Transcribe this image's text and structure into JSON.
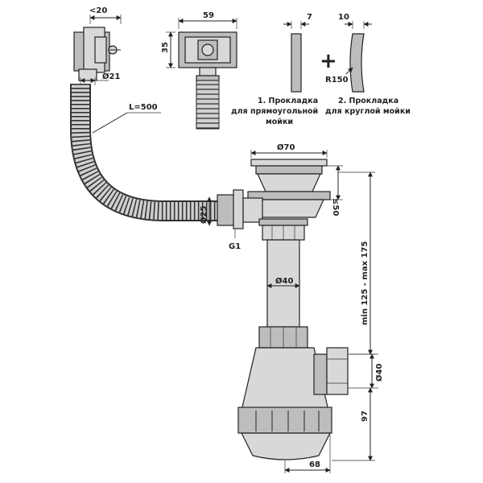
{
  "dimensions": {
    "overflow_width": "<20",
    "grate_width": "59",
    "grate_height": "35",
    "gasket1_thickness": "7",
    "gasket2_thickness": "10",
    "gasket2_radius": "R150",
    "overflow_pipe_diameter": "Ø21",
    "hose_length": "L=500",
    "drain_diameter": "Ø70",
    "drain_depth": "≤50",
    "side_outlet_diameter": "Ø25",
    "thread": "G1",
    "tube_diameter": "Ø40",
    "height_range": "min 125 - max 175",
    "outlet_diameter": "Ø40",
    "bottle_height": "97",
    "bottle_width": "68"
  },
  "notes": {
    "gasket1_line1": "1. Прокладка",
    "gasket1_line2": "для прямоугольной",
    "gasket1_line3": "мойки",
    "gasket2_line1": "2. Прокладка",
    "gasket2_line2": "для круглой мойки",
    "plus_sign": "+"
  }
}
